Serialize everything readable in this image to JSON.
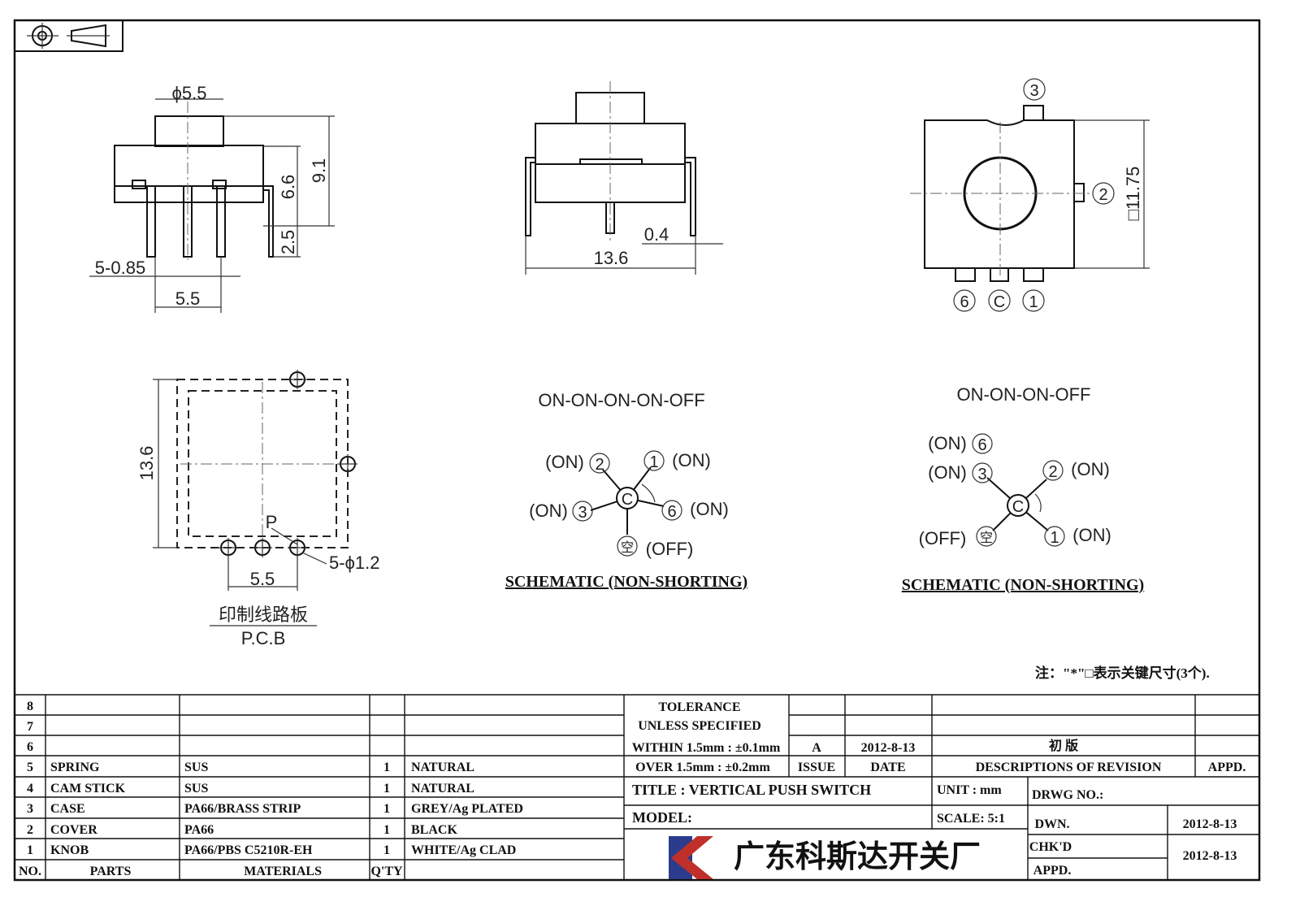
{
  "views": {
    "front": {
      "dia": "ϕ5.5",
      "h_total": "9.1",
      "h_body": "6.6",
      "h_pin": "2.5",
      "pins": "5-0.85",
      "pitch": "5.5"
    },
    "side": {
      "width": "13.6",
      "thick": "0.4"
    },
    "top": {
      "size": "□11.75",
      "t3": "3",
      "t2": "2",
      "t6": "6",
      "tC": "C",
      "t1": "1"
    },
    "pcb": {
      "size": "13.6",
      "pitch": "5.5",
      "holes": "5-ϕ1.2",
      "p": "P",
      "cn": "印制线路板",
      "en": "P.C.B"
    }
  },
  "schematic1": {
    "title": "ON-ON-ON-ON-OFF",
    "caption": "SCHEMATIC (NON-SHORTING)",
    "center": "C",
    "terms": {
      "t2": "2",
      "t1": "1",
      "t3": "3",
      "t6": "6",
      "tk": "空"
    },
    "on": "(ON)",
    "off": "(OFF)"
  },
  "schematic2": {
    "title": "ON-ON-ON-OFF",
    "caption": "SCHEMATIC (NON-SHORTING)",
    "center": "C",
    "terms": {
      "t6": "6",
      "t3": "3",
      "t2": "2",
      "tk": "空",
      "t1": "1"
    },
    "on": "(ON)",
    "off": "(OFF)"
  },
  "note": "注：\"*\"□表示关键尺寸(3个).",
  "bom": {
    "headers": {
      "no": "NO.",
      "parts": "PARTS",
      "materials": "MATERIALS",
      "qty": "Q'TY"
    },
    "rows": [
      {
        "no": "8",
        "part": "",
        "material": "",
        "qty": "",
        "finish": ""
      },
      {
        "no": "7",
        "part": "",
        "material": "",
        "qty": "",
        "finish": ""
      },
      {
        "no": "6",
        "part": "",
        "material": "",
        "qty": "",
        "finish": ""
      },
      {
        "no": "5",
        "part": "SPRING",
        "material": "SUS",
        "qty": "1",
        "finish": "NATURAL"
      },
      {
        "no": "4",
        "part": "CAM STICK",
        "material": "SUS",
        "qty": "1",
        "finish": "NATURAL"
      },
      {
        "no": "3",
        "part": "CASE",
        "material": "PA66/BRASS STRIP",
        "qty": "1",
        "finish": "GREY/Ag PLATED"
      },
      {
        "no": "2",
        "part": "COVER",
        "material": "PA66",
        "qty": "1",
        "finish": "BLACK"
      },
      {
        "no": "1",
        "part": "KNOB",
        "material": "PA66/PBS C5210R-EH",
        "qty": "1",
        "finish": "WHITE/Ag CLAD"
      }
    ]
  },
  "titleblock": {
    "tol1": "TOLERANCE",
    "tol2": "UNLESS  SPECIFIED",
    "tol3": "WITHIN 1.5mm : ±0.1mm",
    "tol4": "OVER 1.5mm : ±0.2mm",
    "issue_val": "A",
    "date_val": "2012-8-13",
    "desc_val": "初  版",
    "issue": "ISSUE",
    "date": "DATE",
    "desc": "DESCRIPTIONS OF REVISION",
    "appd": "APPD.",
    "title": "TITLE :  VERTICAL PUSH SWITCH",
    "unit": "UNIT :  mm",
    "drwg": "DRWG NO.:",
    "model": "MODEL:",
    "scale": "SCALE:  5:1",
    "dwn": "DWN.",
    "dwn_date": "2012-8-13",
    "chkd": "CHK'D",
    "appd2": "APPD.",
    "chk_date": "2012-8-13",
    "company": "广东科斯达开关厂"
  },
  "colors": {
    "logo_blue": "#2b3c8c",
    "logo_red": "#c0302a",
    "ink": "#111111"
  }
}
